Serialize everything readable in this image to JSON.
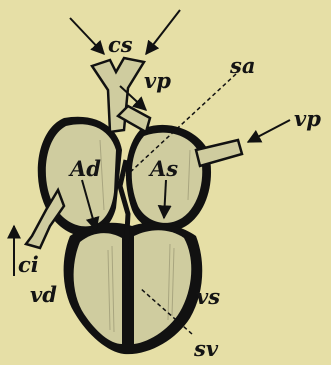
{
  "figure": {
    "background_color": "#e6dfa6",
    "organ_fill": "#cfcc9f",
    "outline_color": "#111111",
    "labels": {
      "cs": "cs",
      "vp_upper": "vp",
      "vp_right": "vp",
      "sa": "sa",
      "ad": "Ad",
      "as": "As",
      "ci": "ci",
      "vd": "vd",
      "vs": "vs",
      "sv": "sv"
    }
  }
}
